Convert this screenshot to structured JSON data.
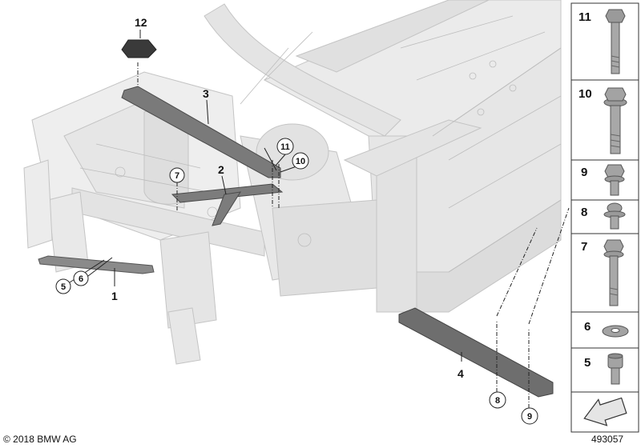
{
  "callouts": {
    "c1": "1",
    "c2": "2",
    "c3": "3",
    "c4": "4",
    "c5": "5",
    "c6": "6",
    "c7": "7",
    "c8": "8",
    "c9": "9",
    "c10": "10",
    "c11": "11",
    "c12": "12"
  },
  "parts_list": [
    {
      "number": "11",
      "name": "bolt-long"
    },
    {
      "number": "10",
      "name": "flange-bolt"
    },
    {
      "number": "9",
      "name": "hex-bolt-short"
    },
    {
      "number": "8",
      "name": "torx-bolt"
    },
    {
      "number": "7",
      "name": "bolt-long-thin"
    },
    {
      "number": "6",
      "name": "washer"
    },
    {
      "number": "5",
      "name": "socket-cap-screw"
    }
  ],
  "footer": {
    "copyright": "© 2018 BMW AG",
    "doc_number": "493057"
  }
}
